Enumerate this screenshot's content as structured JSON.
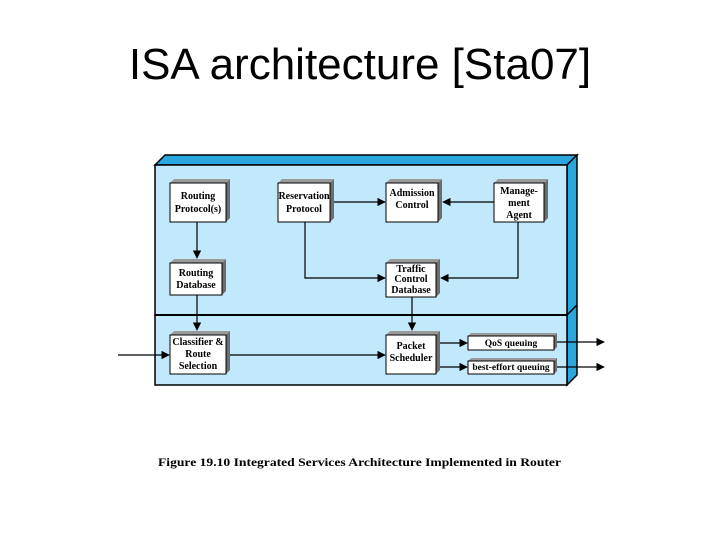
{
  "slide": {
    "title": "ISA architecture [Sta07]"
  },
  "diagram": {
    "boxes": {
      "routing_protocols": [
        "Routing",
        "Protocol(s)"
      ],
      "reservation_protocol": [
        "Reservation",
        "Protocol"
      ],
      "admission_control": [
        "Admission",
        "Control"
      ],
      "management_agent": [
        "Manage-",
        "ment",
        "Agent"
      ],
      "routing_database": [
        "Routing",
        "Database"
      ],
      "traffic_control_database": [
        "Traffic",
        "Control",
        "Database"
      ],
      "classifier_route_selection": [
        "Classifier &",
        "Route",
        "Selection"
      ],
      "packet_scheduler": [
        "Packet",
        "Scheduler"
      ]
    },
    "queues": {
      "qos": "QoS queuing",
      "best_effort": "best-effort queuing"
    },
    "caption": "Figure 19.10 Integrated Services Architecture Implemented in Router",
    "colors": {
      "panel_fill": "#c2e9fb",
      "panel_edge": "#2aa6de",
      "border": "#000000"
    }
  }
}
